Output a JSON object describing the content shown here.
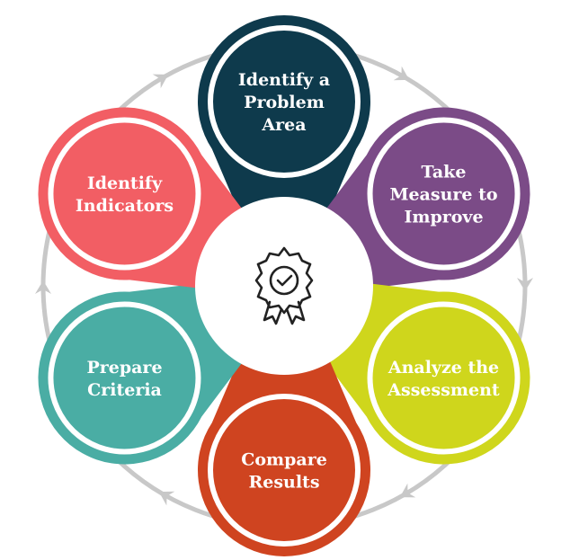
{
  "diagram": {
    "steps": [
      {
        "label_lines": [
          "Identify a",
          "Problem",
          "Area"
        ],
        "color": "#0e3a4c"
      },
      {
        "label_lines": [
          "Take",
          "Measure to",
          "Improve"
        ],
        "color": "#7b4b87"
      },
      {
        "label_lines": [
          "Analyze the",
          "Assessment"
        ],
        "color": "#cfd61c"
      },
      {
        "label_lines": [
          "Compare",
          "Results"
        ],
        "color": "#cf4420"
      },
      {
        "label_lines": [
          "Prepare",
          "Criteria"
        ],
        "color": "#4aada4"
      },
      {
        "label_lines": [
          "Identify",
          "Indicators"
        ],
        "color": "#f25e64"
      }
    ],
    "center_icon": "award-badge-checkmark-icon",
    "ring_color": "#c8c8c8",
    "flow": "clockwise"
  }
}
